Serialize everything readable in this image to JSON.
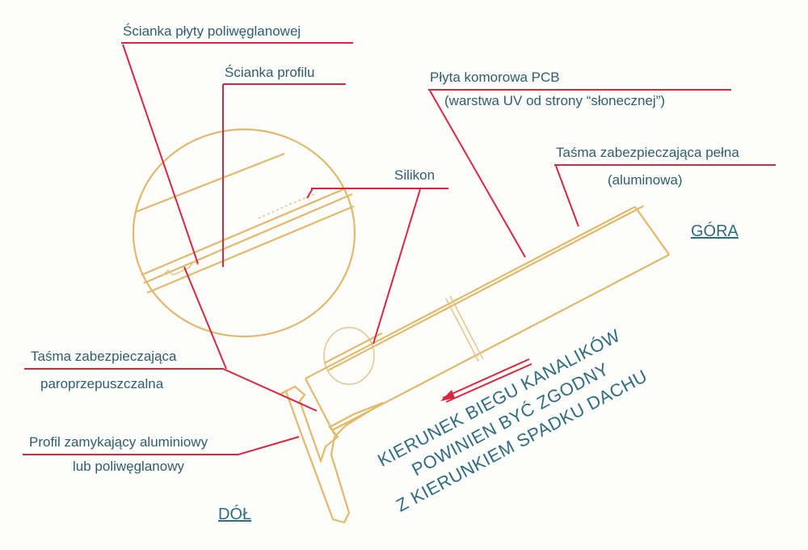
{
  "labels": {
    "wall_polycarbonate": "Ścianka płyty poliwęglanowej",
    "wall_profile": "Ścianka profilu",
    "pcb_sheet": "Płyta komorowa PCB",
    "pcb_sheet_note": "(warstwa UV od strony “słonecznej”)",
    "tape_full": "Taśma zabezpieczająca pełna",
    "tape_full_note": "(aluminowa)",
    "silicone": "Silikon",
    "top": "GÓRA",
    "bottom": "DÓŁ",
    "tape_vapor_line1": "Taśma zabezpieczająca",
    "tape_vapor_line2": "paroprzepuszczalna",
    "profile_line1": "Profil zamykający aluminiowy",
    "profile_line2": "lub poliwęglanowy"
  },
  "direction_note": {
    "line1": "KIERUNEK BIEGU KANALIKÓW",
    "line2": "POWINIEN BYĆ ZGODNY",
    "line3": "Z KIERUNKIEM SPADKU DACHU"
  },
  "colors": {
    "leader": "#d8283f",
    "drawing": "#e2b96a",
    "text": "#2f5e6c"
  }
}
